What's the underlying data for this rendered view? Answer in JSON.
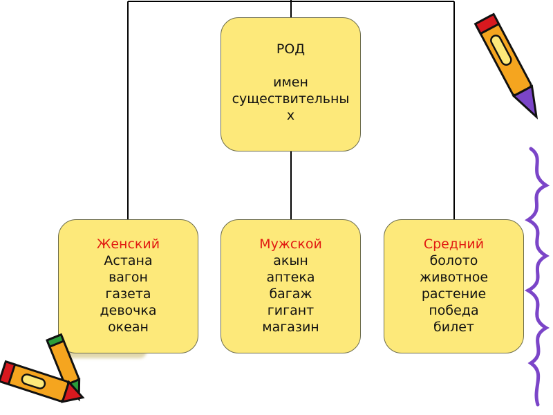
{
  "root": {
    "title": "РОД",
    "line1": "имен",
    "line2": "существительны",
    "line3": "х"
  },
  "branches": [
    {
      "head": "Женский",
      "items": [
        "Астана",
        "вагон",
        "газета",
        "девочка",
        "океан"
      ]
    },
    {
      "head": "Мужской",
      "items": [
        "акын",
        "аптека",
        "багаж",
        "гигант",
        "магазин"
      ]
    },
    {
      "head": "Средний",
      "items": [
        "болото",
        "животное",
        "растение",
        "победа",
        "билет"
      ]
    }
  ],
  "colors": {
    "box_fill": "#fde97a",
    "head_text": "#e11a12",
    "line": "#000000"
  },
  "decor": {
    "icons": [
      "crayon-icon",
      "crayon-icon",
      "crayon-icon",
      "squiggle-icon"
    ]
  }
}
